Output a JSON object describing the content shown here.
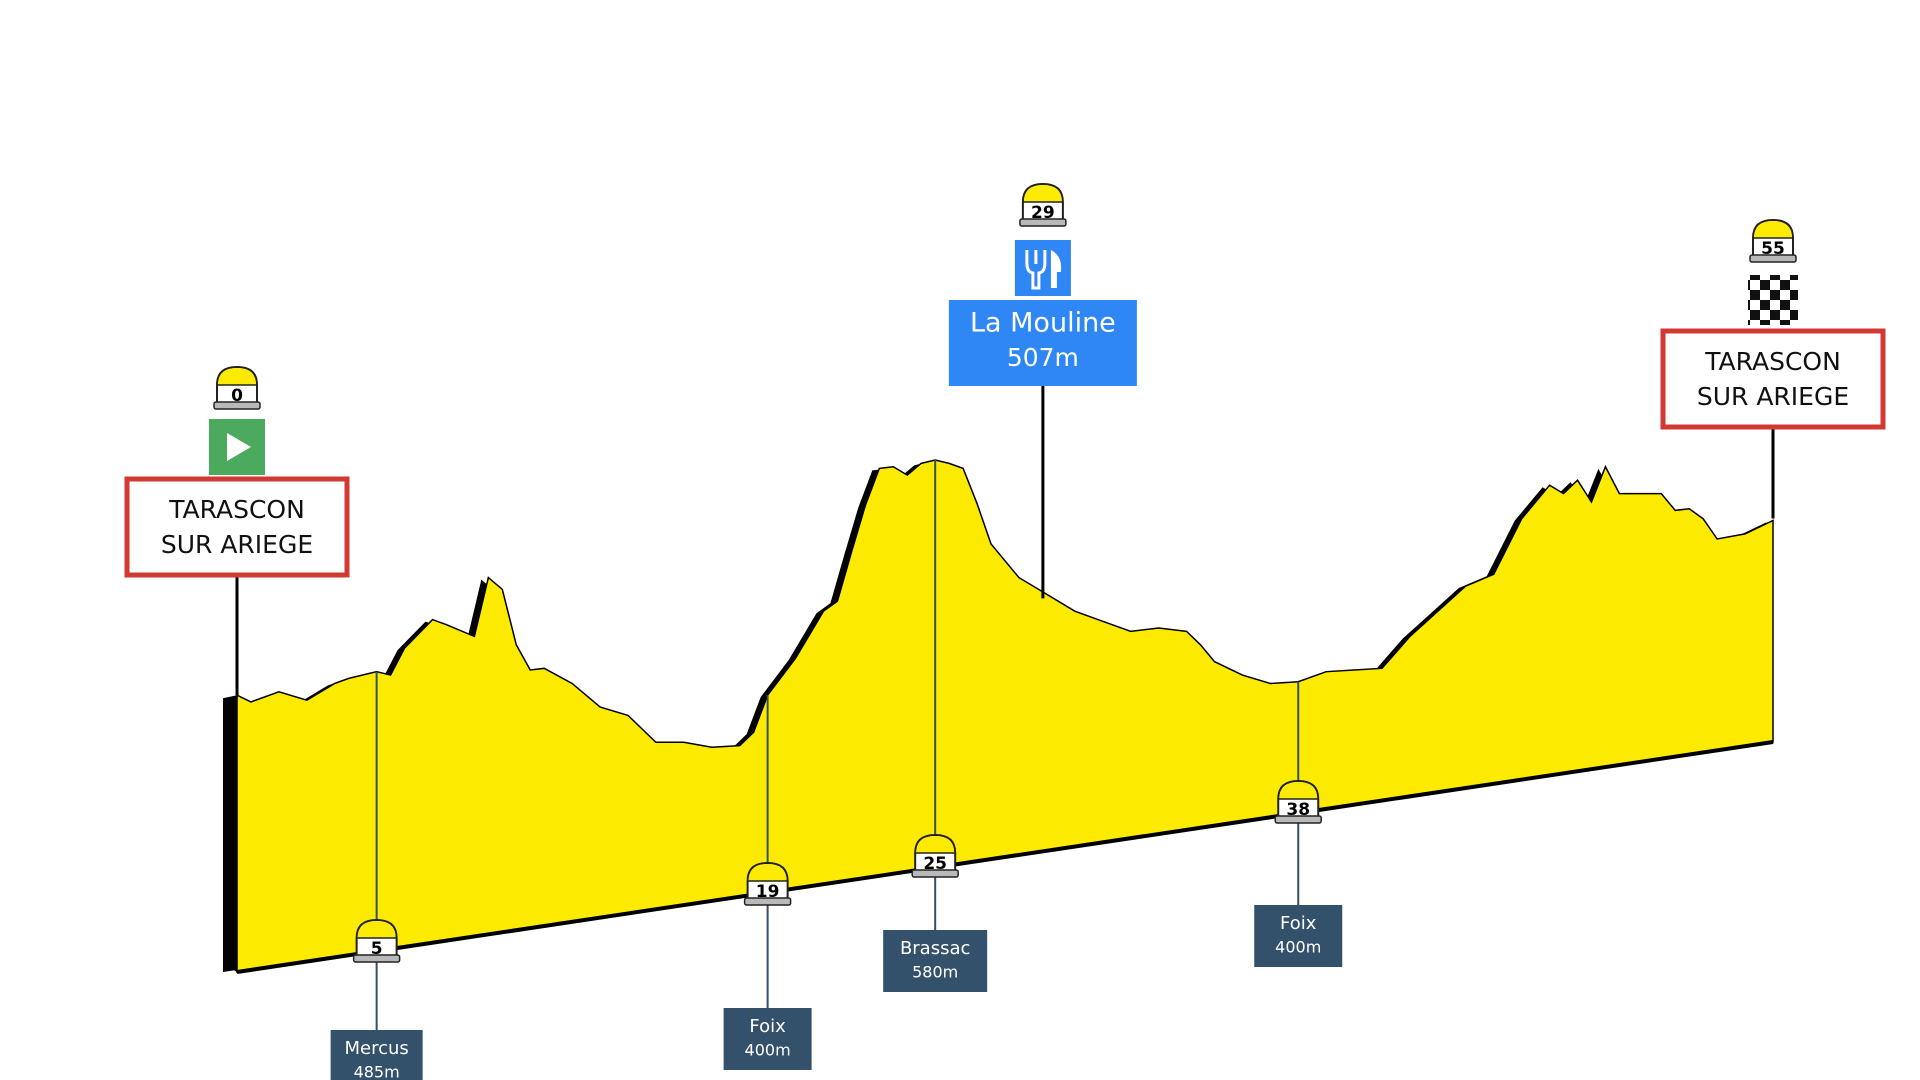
{
  "colors": {
    "profile_fill": "#fceb00",
    "profile_edge": "#000000",
    "city_border": "#d13a33",
    "start_green": "#4caa5e",
    "food_blue": "#2f86f5",
    "place_box": "#34516c",
    "marker_yellow": "#fceb00"
  },
  "chart_data": {
    "type": "area",
    "x_unit": "km",
    "profile": {
      "x": [
        0,
        0.5,
        1.5,
        2.5,
        3.5,
        4,
        4.5,
        5,
        5.5,
        6,
        7,
        7.5,
        8.5,
        9,
        9.5,
        10,
        10.5,
        11,
        12,
        13,
        14,
        15,
        16,
        17,
        18,
        18.5,
        19,
        20,
        21,
        21.5,
        22,
        22.5,
        23,
        23.5,
        24,
        24.5,
        25,
        25.5,
        26,
        26.5,
        27,
        28,
        29,
        30,
        31,
        32,
        33,
        34,
        34.5,
        35,
        36,
        37,
        38,
        39,
        40,
        41,
        42,
        43,
        44,
        45,
        46,
        47,
        47.5,
        48,
        48.5,
        49,
        49.5,
        50,
        51,
        51.5,
        52,
        52.5,
        53,
        54,
        55
      ],
      "elevation": [
        470,
        466,
        472,
        467,
        477,
        480,
        482,
        484,
        482,
        498,
        515,
        512,
        505,
        540,
        533,
        500,
        485,
        486,
        477,
        463,
        458,
        442,
        442,
        439,
        440,
        448,
        470,
        492,
        520,
        526,
        555,
        583,
        605,
        606,
        601,
        608,
        610,
        608,
        605,
        584,
        560,
        540,
        530,
        520,
        514,
        508,
        510,
        508,
        500,
        490,
        482,
        477,
        478,
        484,
        485,
        486,
        505,
        520,
        535,
        542,
        575,
        595,
        590,
        598,
        585,
        606,
        590,
        590,
        590,
        580,
        581,
        575,
        563,
        566,
        574
      ]
    },
    "km_markers": [
      {
        "km": 0,
        "label": "0"
      },
      {
        "km": 5,
        "label": "5"
      },
      {
        "km": 19,
        "label": "19"
      },
      {
        "km": 25,
        "label": "25"
      },
      {
        "km": 29,
        "label": "29"
      },
      {
        "km": 38,
        "label": "38"
      },
      {
        "km": 55,
        "label": "55"
      }
    ]
  },
  "start": {
    "km": 0,
    "marker": "0",
    "icon": "play-icon",
    "city_line1": "TARASCON",
    "city_line2": "SUR ARIEGE"
  },
  "finish": {
    "km": 55,
    "marker": "55",
    "icon": "checkered-flag-icon",
    "city_line1": "TARASCON",
    "city_line2": "SUR ARIEGE"
  },
  "feed_zone": {
    "km": 29,
    "marker": "29",
    "icon": "fork-knife-icon",
    "name": "La Mouline",
    "elevation": "507m"
  },
  "waypoints": [
    {
      "km": 5,
      "marker": "5",
      "name": "Mercus",
      "elevation": "485m"
    },
    {
      "km": 19,
      "marker": "19",
      "name": "Foix",
      "elevation": "400m"
    },
    {
      "km": 25,
      "marker": "25",
      "name": "Brassac",
      "elevation": "580m"
    },
    {
      "km": 38,
      "marker": "38",
      "name": "Foix",
      "elevation": "400m"
    }
  ]
}
